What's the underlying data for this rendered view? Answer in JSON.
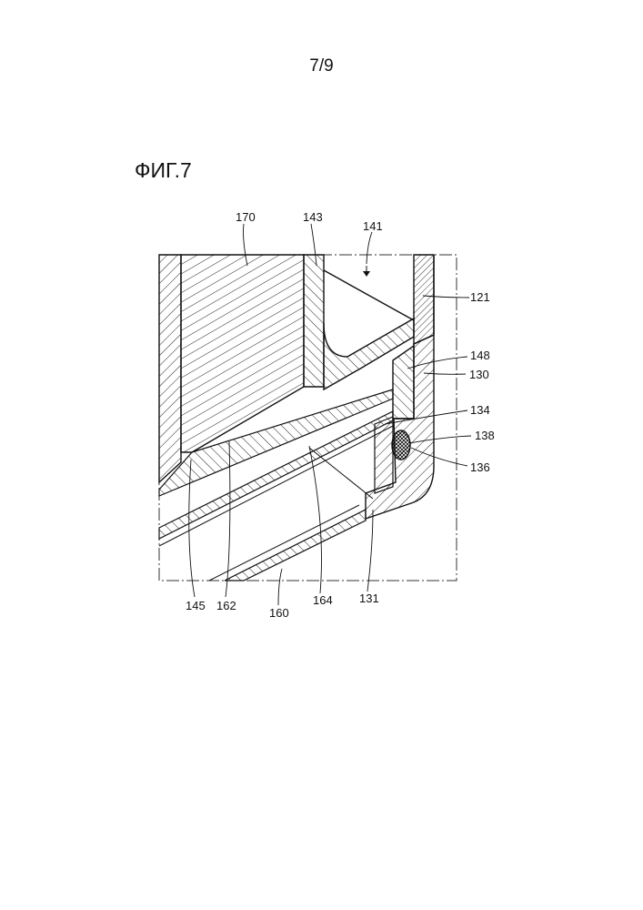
{
  "page": {
    "number": "7/9"
  },
  "figure": {
    "title": "ФИГ.7",
    "labels": {
      "l170": "170",
      "l143": "143",
      "l141": "141",
      "l121": "121",
      "l148": "148",
      "l130": "130",
      "l134": "134",
      "l138": "138",
      "l136": "136",
      "l145": "145",
      "l162": "162",
      "l160": "160",
      "l164": "164",
      "l131": "131"
    }
  }
}
